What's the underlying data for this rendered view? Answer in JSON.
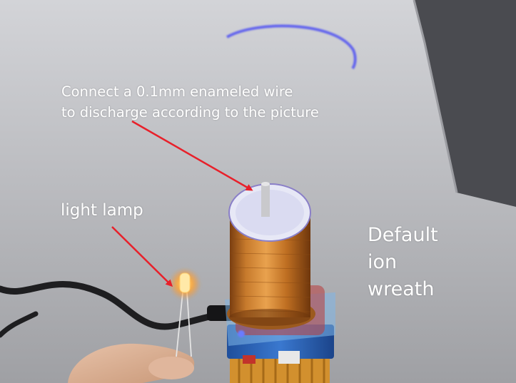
{
  "annotations": {
    "caption_line1": "Connect a 0.1mm enameled wire",
    "caption_line2": "to discharge according to the picture",
    "lamp_label": "light lamp",
    "wreath_line1": "Default",
    "wreath_line2": "ion",
    "wreath_line3": "wreath"
  },
  "colors": {
    "text": "#ffffff",
    "arrow": "#e8202a",
    "coil_copper": "#c87a2e",
    "arc_glow": "#5a5cf0",
    "background": "#b9babe"
  }
}
